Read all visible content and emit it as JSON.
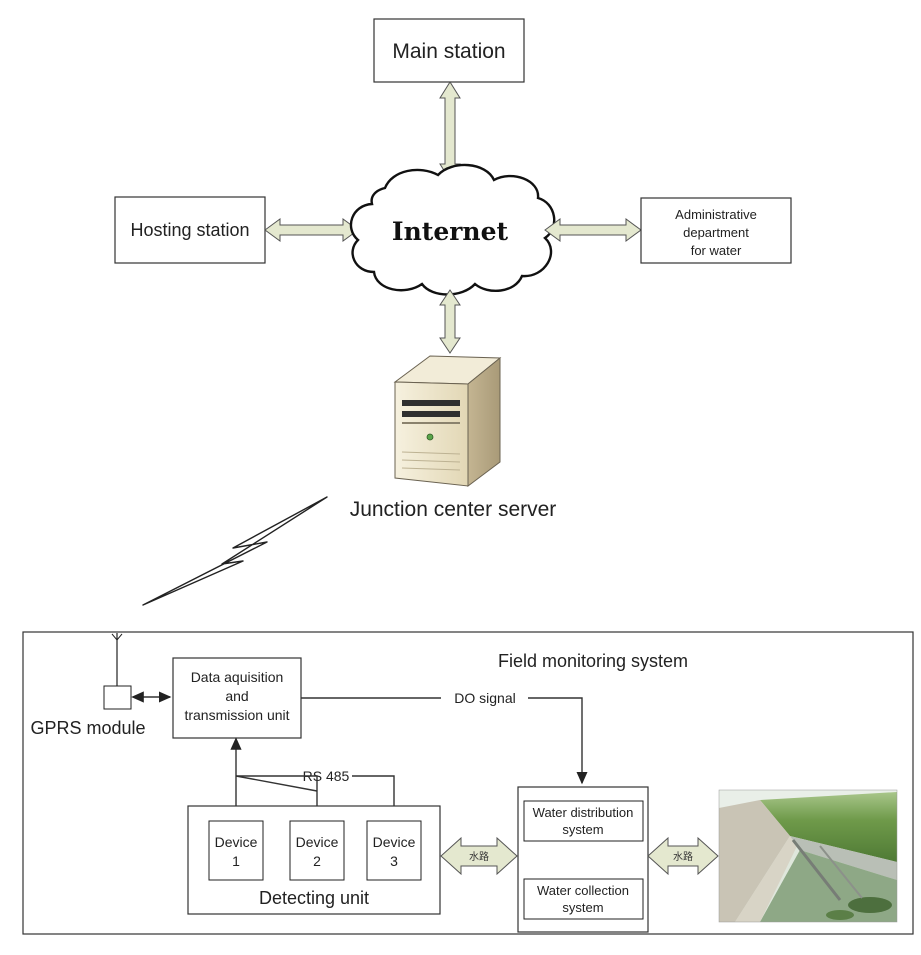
{
  "nodes": {
    "main_station": "Main station",
    "hosting_station": "Hosting station",
    "internet": "Internet",
    "admin_line1": "Administrative",
    "admin_line2": "department",
    "admin_line3": "for water",
    "server": "Junction center server",
    "field_title": "Field monitoring system",
    "gprs": "GPRS module",
    "daq_line1": "Data aquisition",
    "daq_line2": "and",
    "daq_line3": "transmission unit",
    "do_signal": "DO signal",
    "rs485": "RS 485",
    "device1_line1": "Device",
    "device1_line2": "1",
    "device2_line1": "Device",
    "device2_line2": "2",
    "device3_line1": "Device",
    "device3_line2": "3",
    "detecting_unit": "Detecting unit",
    "water_dist_line1": "Water distribution",
    "water_dist_line2": "system",
    "water_coll_line1": "Water collection",
    "water_coll_line2": "system",
    "flow_label_1": "水路",
    "flow_label_2": "水路"
  },
  "colors": {
    "arrow_fill": "#e4e8cf",
    "line": "#333333"
  }
}
